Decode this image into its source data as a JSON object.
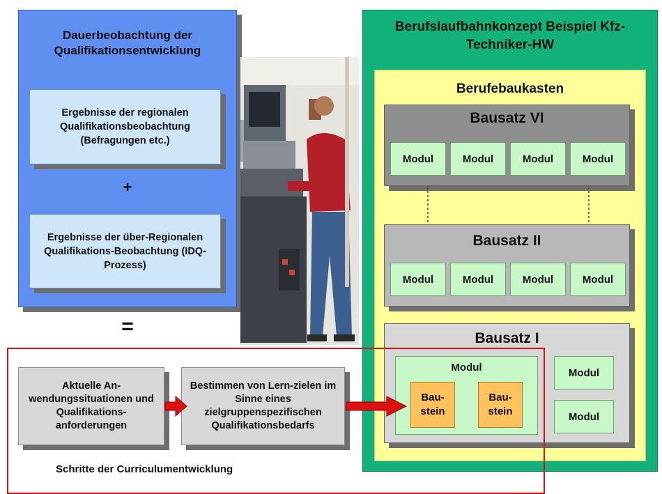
{
  "left": {
    "title": "Dauerbeobachtung der Qualifikationsentwicklung",
    "box_regional": "Ergebnisse der regionalen Qualifikationsbeobachtung (Befragungen etc.)",
    "plus": "+",
    "box_ueberregional": "Ergebnisse der über-Regionalen Qualifikations-Beobachtung (IDQ-Prozess)",
    "equals": "="
  },
  "right": {
    "title": "Berufslaufbahnkonzept Beispiel Kfz-Techniker-HW",
    "baukasten_title": "Berufebaukasten",
    "bausatz_vi": {
      "title": "Bausatz VI",
      "modules": [
        "Modul",
        "Modul",
        "Modul",
        "Modul"
      ]
    },
    "bausatz_ii": {
      "title": "Bausatz II",
      "modules": [
        "Modul",
        "Modul",
        "Modul",
        "Modul"
      ]
    },
    "bausatz_i": {
      "title": "Bausatz I",
      "main_module": "Modul",
      "bausteine": [
        "Bau-stein",
        "Bau-stein"
      ],
      "side_modules": [
        "Modul",
        "Modul"
      ]
    }
  },
  "steps": {
    "step1": "Aktuelle An-wendungssituationen und Qualifikations-anforderungen",
    "step2": "Bestimmen von Lern-zielen im Sinne eines zielgruppenspezifischen Qualifikationsbedarfs",
    "caption": "Schritte der Curriculumentwicklung"
  },
  "colors": {
    "left_panel": "#5f8ff0",
    "green_panel": "#12b27a",
    "yellow_panel": "#ffff99",
    "arrow": "#dd1111",
    "modul": "#c8f8c8",
    "baustein": "#ffc25c"
  }
}
